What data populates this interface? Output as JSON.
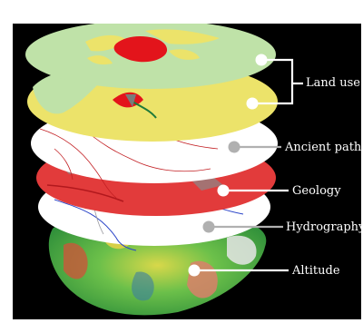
{
  "layers": [
    {
      "id": "land-use-top",
      "color": "#bfe2a8"
    },
    {
      "id": "land-use-bottom",
      "color": "#ece36a"
    },
    {
      "id": "ancient-paths",
      "color": "#ffffff"
    },
    {
      "id": "geology",
      "color": "#e23b3b"
    },
    {
      "id": "hydrography",
      "color": "#ffffff"
    },
    {
      "id": "altitude",
      "color": "#58b944"
    }
  ],
  "labels": {
    "land_use": "Land use",
    "ancient_paths": "Ancient paths",
    "geology": "Geology",
    "hydrography": "Hydrography",
    "altitude": "Altitude"
  },
  "colors": {
    "background": "#000000",
    "connector": "#ffffff",
    "connector_gray": "#b0b0b0",
    "urban": "#e3141b",
    "path_red": "#c21f23",
    "river_blue": "#2a44c8",
    "water_green": "#1f7a3a"
  }
}
